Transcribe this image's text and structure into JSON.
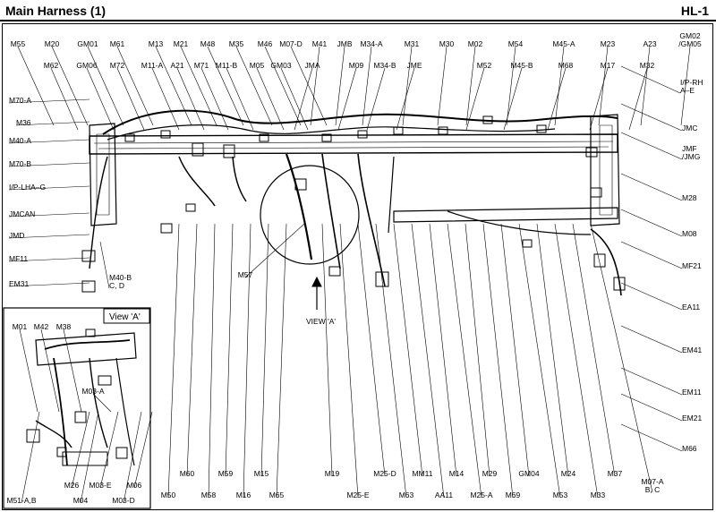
{
  "header": {
    "title": "Main Harness (1)",
    "code": "HL-1"
  },
  "inset": {
    "title": "View 'A'",
    "labels": [
      "M01",
      "M42",
      "M38",
      "M03-A",
      "M51-A,B",
      "M26",
      "M04",
      "M03-E",
      "M03-D",
      "M06"
    ]
  },
  "view_pointer": "VIEW 'A'",
  "labels": {
    "top": [
      "M55",
      "M20",
      "GM01",
      "M61",
      "M13",
      "M21",
      "M48",
      "M35",
      "M46",
      "M07-D",
      "M41",
      "JMB",
      "M34-A",
      "M31",
      "M30",
      "M02",
      "M54",
      "M45-A",
      "M23",
      "A23",
      "GM02\n/GM05"
    ],
    "second": [
      "M62",
      "GM06",
      "M72",
      "M11-A",
      "A21",
      "M71",
      "M11-B",
      "M05",
      "GM03",
      "JMA",
      "M09",
      "M34-B",
      "JME",
      "M52",
      "M45-B",
      "M68",
      "M17",
      "M32"
    ],
    "left": [
      "M70-A",
      "M36",
      "M40-A",
      "M70-B",
      "I/P-LHA–G",
      "JMCAN",
      "JMD",
      "MF11",
      "EM31",
      "M40-B\nC, D"
    ],
    "right": [
      "I/P-RH\nA–E",
      "JMC",
      "JMF\n/JMG",
      "M28",
      "M08",
      "MF21",
      "EA11",
      "EM41",
      "EM11",
      "EM21",
      "M66"
    ],
    "bottom": [
      "M50",
      "M60",
      "M58",
      "M59",
      "M16",
      "M15",
      "M65",
      "M57",
      "M19",
      "M25-E",
      "M25-D",
      "M63",
      "MM11",
      "AA11",
      "M14",
      "M25-A",
      "M29",
      "M69",
      "GM04",
      "M53",
      "M24",
      "M33",
      "M37",
      "M07-A\nB, C"
    ]
  }
}
